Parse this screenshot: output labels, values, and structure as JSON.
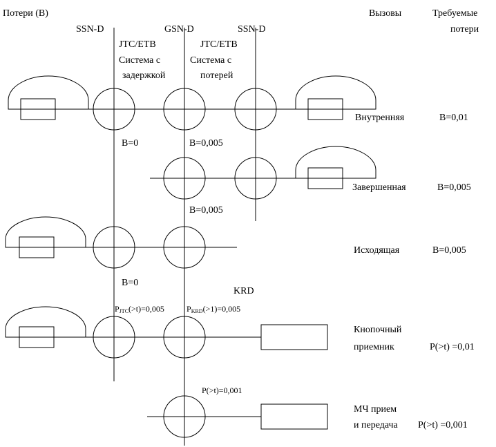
{
  "header": {
    "losses_title": "Потери (В)",
    "calls_title": "Вызовы",
    "required_title_line1": "Требуемые",
    "required_title_line2": "потери"
  },
  "exchanges": {
    "ssn_left": "SSN-D",
    "gsn": "GSN-D",
    "ssn_right": "SSN-D",
    "delay_type": "JTC/ETB",
    "delay_line1": "Система с",
    "delay_line2": "задержкой",
    "loss_type": "JTC/ETB",
    "loss_line1": "Система с",
    "loss_line2": "потерей"
  },
  "links": {
    "b0_first": "B=0",
    "b005_first": "B=0,005",
    "b005_second": "B=0,005",
    "b0_second": "B=0",
    "krd": "KRD",
    "pjtc_prefix": "P",
    "pjtc_sub": "JTC",
    "pjtc_suffix": "(>t)=0,005",
    "pkrd_prefix": "P",
    "pkrd_sub": "KRD",
    "pkrd_suffix": "(>1)=0,005",
    "p_wait": "P(>t)=0,001"
  },
  "calls": [
    {
      "name_line1": "Внутренняя",
      "name_line2": "",
      "requirement": "B=0,01"
    },
    {
      "name_line1": "Завершенная",
      "name_line2": "",
      "requirement": "B=0,005"
    },
    {
      "name_line1": "Исходящая",
      "name_line2": "",
      "requirement": "B=0,005"
    },
    {
      "name_line1": "Кнопочный",
      "name_line2": "приемник",
      "requirement": "P(>t) =0,01"
    },
    {
      "name_line1": "МЧ прием",
      "name_line2": "и передача",
      "requirement": "P(>t) =0,001"
    }
  ]
}
